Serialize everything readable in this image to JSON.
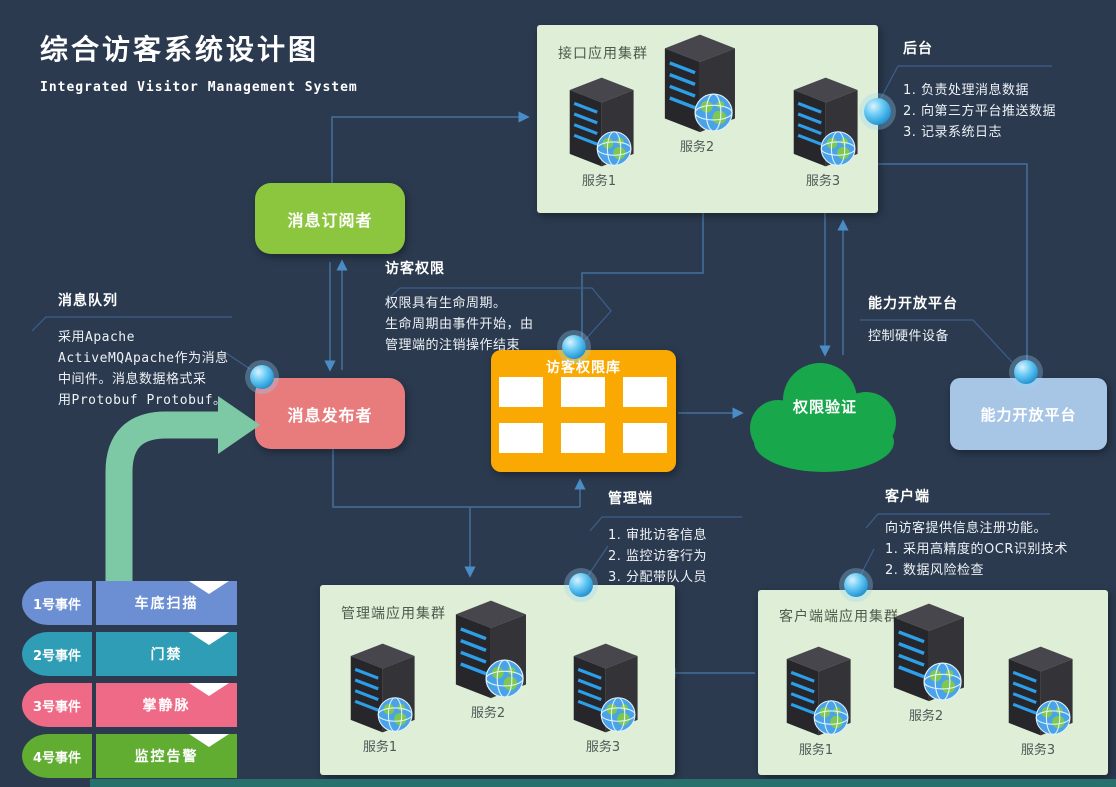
{
  "title": "综合访客系统设计图",
  "subtitle": "Integrated Visitor Management System",
  "colors": {
    "background": "#2b3a4f",
    "connector": "#4a7fb5",
    "cluster_fill": "#dfeed6",
    "subscriber": "#8cc63f",
    "publisher": "#e87b7b",
    "store": "#faa902",
    "cloud": "#18a74b",
    "platform": "#a7c5e5",
    "event1": "#6c8ed2",
    "event2": "#2e9db5",
    "event3": "#ef6a86",
    "event4": "#60ad31",
    "big_arrow": "#7dc8a5"
  },
  "clusters": {
    "interface": {
      "label": "接口应用集群",
      "servers": [
        "服务1",
        "服务2",
        "服务3"
      ]
    },
    "management": {
      "label": "管理端应用集群",
      "servers": [
        "服务1",
        "服务2",
        "服务3"
      ]
    },
    "client": {
      "label": "客户端端应用集群",
      "servers": [
        "服务1",
        "服务2",
        "服务3"
      ]
    }
  },
  "nodes": {
    "subscriber": "消息订阅者",
    "publisher": "消息发布者",
    "permission_store": "访客权限库",
    "permission_verify": "权限验证",
    "capability_platform": "能力开放平台"
  },
  "callouts": {
    "backend": {
      "title": "后台",
      "lines": [
        "1. 负责处理消息数据",
        "2. 向第三方平台推送数据",
        "3. 记录系统日志"
      ]
    },
    "message_queue": {
      "title": "消息队列",
      "lines": [
        "采用Apache",
        "ActiveMQApache作为消息",
        "中间件。消息数据格式采",
        "用Protobuf Protobuf。"
      ]
    },
    "visitor_permission": {
      "title": "访客权限",
      "lines": [
        "权限具有生命周期。",
        "生命周期由事件开始，由",
        "管理端的注销操作结束"
      ]
    },
    "capability": {
      "title": "能力开放平台",
      "lines": [
        "控制硬件设备"
      ]
    },
    "management": {
      "title": "管理端",
      "lines": [
        "1. 审批访客信息",
        "2. 监控访客行为",
        "3. 分配带队人员"
      ]
    },
    "client": {
      "title": "客户端",
      "lines": [
        "向访客提供信息注册功能。",
        "1. 采用高精度的OCR识别技术",
        "2. 数据风险检查"
      ]
    }
  },
  "events": [
    {
      "tag": "1号事件",
      "label": "车底扫描",
      "color": "#6c8ed2"
    },
    {
      "tag": "2号事件",
      "label": "门禁",
      "color": "#2e9db5"
    },
    {
      "tag": "3号事件",
      "label": "掌静脉",
      "color": "#ef6a86"
    },
    {
      "tag": "4号事件",
      "label": "监控告警",
      "color": "#60ad31"
    }
  ]
}
